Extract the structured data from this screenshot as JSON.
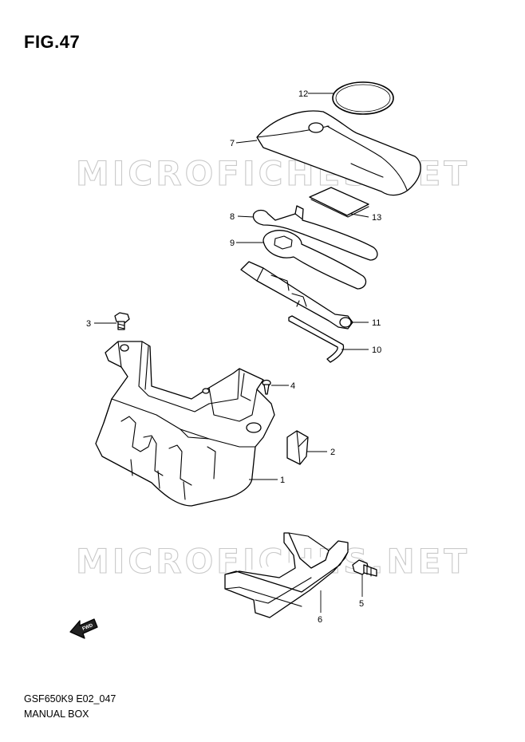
{
  "figure": {
    "title": "FIG.47"
  },
  "footer": {
    "code": "GSF650K9 E02_047",
    "name": "MANUAL BOX"
  },
  "watermark": {
    "text": "MICROFICHES.NET"
  },
  "direction_badge": {
    "text": "FWD"
  },
  "callouts": [
    {
      "id": "12",
      "label": "12"
    },
    {
      "id": "7",
      "label": "7"
    },
    {
      "id": "8",
      "label": "8"
    },
    {
      "id": "13",
      "label": "13"
    },
    {
      "id": "9",
      "label": "9"
    },
    {
      "id": "11",
      "label": "11"
    },
    {
      "id": "3",
      "label": "3"
    },
    {
      "id": "10",
      "label": "10"
    },
    {
      "id": "4",
      "label": "4"
    },
    {
      "id": "2",
      "label": "2"
    },
    {
      "id": "1",
      "label": "1"
    },
    {
      "id": "5",
      "label": "5"
    },
    {
      "id": "6",
      "label": "6"
    }
  ]
}
